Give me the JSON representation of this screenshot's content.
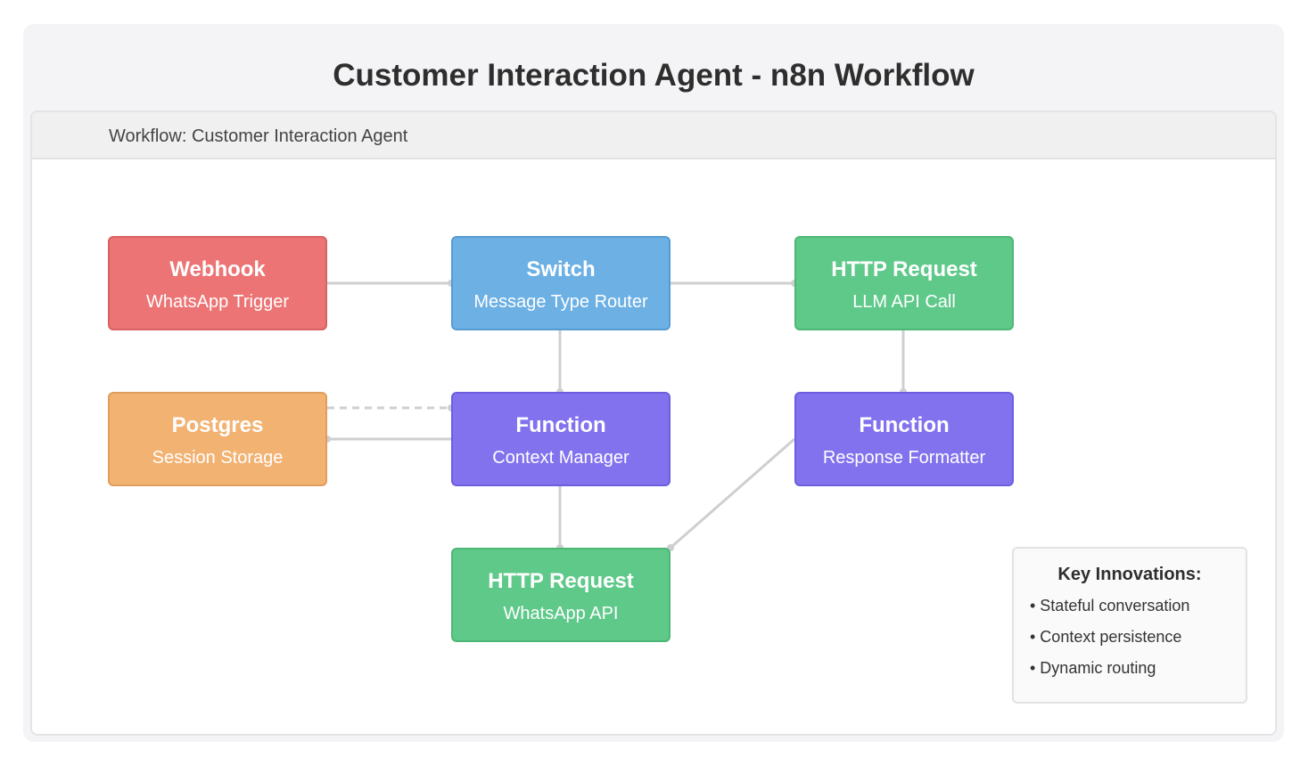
{
  "title": "Customer Interaction Agent - n8n Workflow",
  "workflow_label": "Workflow: Customer Interaction Agent",
  "nodes": {
    "webhook": {
      "title": "Webhook",
      "subtitle": "WhatsApp Trigger"
    },
    "switch": {
      "title": "Switch",
      "subtitle": "Message Type Router"
    },
    "http_llm": {
      "title": "HTTP Request",
      "subtitle": "LLM API Call"
    },
    "postgres": {
      "title": "Postgres",
      "subtitle": "Session Storage"
    },
    "context": {
      "title": "Function",
      "subtitle": "Context Manager"
    },
    "formatter": {
      "title": "Function",
      "subtitle": "Response Formatter"
    },
    "http_wa": {
      "title": "HTTP Request",
      "subtitle": "WhatsApp API"
    }
  },
  "legend": {
    "title": "Key Innovations:",
    "items": [
      "• Stateful conversation",
      "• Context persistence",
      "• Dynamic routing"
    ]
  },
  "colors": {
    "webhook": "#ec7474",
    "switch": "#6cb0e4",
    "http": "#5fc98a",
    "postgres": "#f2b272",
    "function": "#8272ee",
    "connector": "#cfcfd2"
  }
}
